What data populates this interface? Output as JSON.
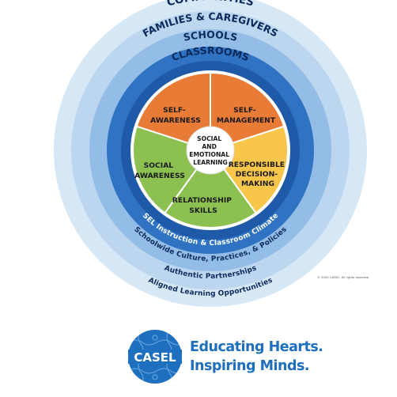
{
  "rings": {
    "communities": "COMMUNITIES",
    "families": "FAMILIES & CAREGIVERS",
    "schools": "SCHOOLS",
    "classrooms": "CLASSROOMS"
  },
  "bottom_rings": {
    "instruction": "SEL Instruction & Classroom Climate",
    "schoolwide": "Schoolwide Culture, Practices, & Policies",
    "partnerships": "Authentic Partnerships",
    "aligned": "Aligned Learning Opportunities"
  },
  "competencies": {
    "self_awareness": [
      "SELF-",
      "AWARENESS"
    ],
    "self_management": [
      "SELF-",
      "MANAGEMENT"
    ],
    "responsible": [
      "RESPONSIBLE",
      "DECISION-",
      "MAKING"
    ],
    "relationship": [
      "RELATIONSHIP",
      "SKILLS"
    ],
    "social_awareness": [
      "SOCIAL",
      "AWARENESS"
    ]
  },
  "center": [
    "SOCIAL",
    "AND",
    "EMOTIONAL",
    "LEARNING"
  ],
  "copyright": "© 2020 CASEL. All rights reserved",
  "logo": {
    "name": "CASEL",
    "tagline_line1": "Educating Hearts.",
    "tagline_line2": "Inspiring Minds."
  },
  "colors": {
    "outer_ring": "#d6e7f6",
    "ring_2": "#bcd6ef",
    "ring_3": "#93bde6",
    "ring_4": "#2f73c2",
    "ring_5": "#1e5aa8",
    "self_awareness": "#e87b35",
    "self_management": "#e87b35",
    "responsible": "#f7c64a",
    "relationship": "#8cc152",
    "social_awareness": "#8cc152",
    "logo_blue": "#1f6fbf"
  }
}
